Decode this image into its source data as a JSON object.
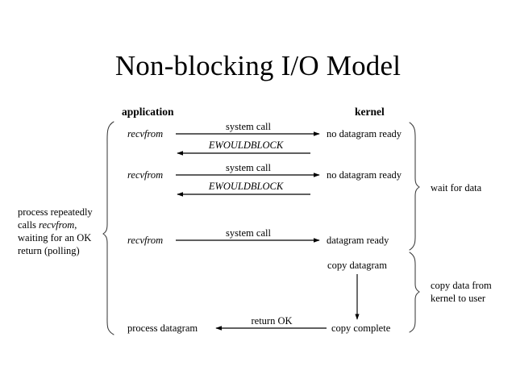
{
  "page": {
    "title": "Non-blocking I/O Model",
    "background": "#ffffff",
    "ink": "#000000",
    "brace_color": "#3a3a3a"
  },
  "columns": {
    "left_header": "application",
    "right_header": "kernel"
  },
  "left_note": {
    "lines": [
      {
        "text": "process repeatedly",
        "italic_part": ""
      },
      {
        "pre": "calls ",
        "italic": "recvfrom",
        "post": ","
      },
      {
        "text": "waiting for an OK",
        "italic_part": ""
      },
      {
        "text": "return (polling)",
        "italic_part": ""
      }
    ]
  },
  "right_notes": [
    {
      "label": "wait for data"
    },
    {
      "line1": "copy data from",
      "line2": "kernel to user"
    }
  ],
  "rows": [
    {
      "id": "row-1",
      "left_label": "recvfrom",
      "arrow_label": "system call",
      "right_label": "no datagram ready",
      "direction": "right"
    },
    {
      "id": "row-2",
      "left_label": "",
      "arrow_label": "EWOULDBLOCK",
      "right_label": "",
      "direction": "left"
    },
    {
      "id": "row-3",
      "left_label": "recvfrom",
      "arrow_label": "system call",
      "right_label": "no datagram ready",
      "direction": "right"
    },
    {
      "id": "row-4",
      "left_label": "",
      "arrow_label": "EWOULDBLOCK",
      "right_label": "",
      "direction": "left"
    },
    {
      "id": "row-5",
      "left_label": "recvfrom",
      "arrow_label": "system call",
      "right_label": "datagram ready",
      "direction": "right"
    },
    {
      "id": "row-6",
      "left_label": "",
      "arrow_label": "copy datagram",
      "right_label": "",
      "direction": "down"
    },
    {
      "id": "row-7",
      "left_label": "process datagram",
      "arrow_label": "return OK",
      "right_label": "copy complete",
      "direction": "left"
    }
  ]
}
